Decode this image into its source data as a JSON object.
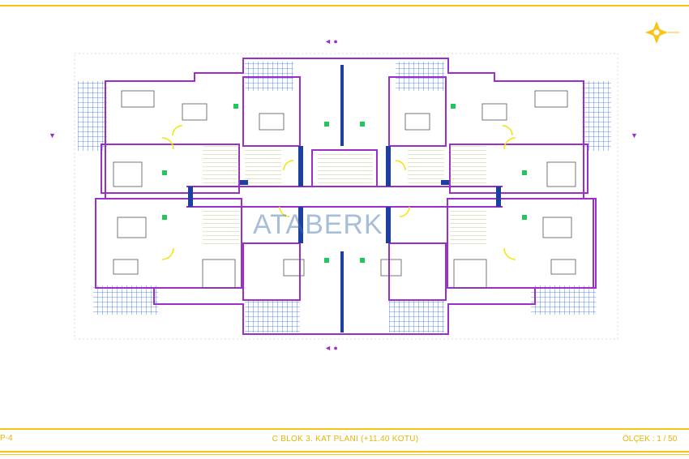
{
  "drawing": {
    "sheet_code": "P-4",
    "title": "C  BLOK  3. KAT  PLANI  (+11.40 KOTU)",
    "scale": "ÖLÇEK : 1 / 50",
    "watermark": "ATABERK"
  },
  "colors": {
    "frame": "#f5c518",
    "walls": "#9b2fc9",
    "columns": "#1c3fa0",
    "tiles": "#2a6fdb",
    "doors": "#f2e600",
    "stairs": "#b8c070",
    "fixtures": "#22c55e"
  },
  "icons": [
    "north-arrow-icon",
    "section-marker-icon"
  ]
}
